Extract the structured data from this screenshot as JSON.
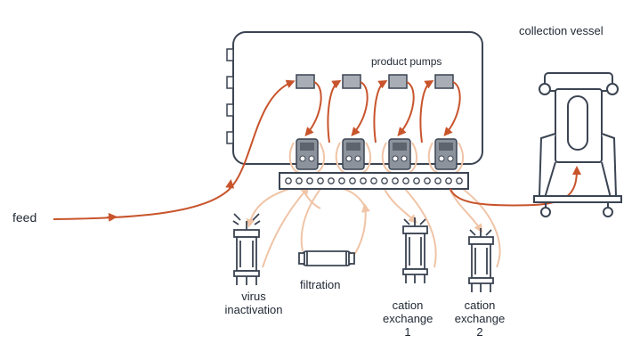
{
  "labels": {
    "feed": "feed",
    "collection_vessel": "collection vessel",
    "product_pumps": "product pumps",
    "virus_inactivation": [
      "virus",
      "inactivation"
    ],
    "filtration": "filtration",
    "cation_exchange_1": [
      "cation",
      "exchange",
      "1"
    ],
    "cation_exchange_2": [
      "cation",
      "exchange",
      "2"
    ]
  },
  "colors": {
    "outline": "#3b4452",
    "feed_flow": "#c8542c",
    "process_flow": "#f0c4a6",
    "pump_body": "#a9aeb6",
    "valve_body": "#8d939c"
  }
}
